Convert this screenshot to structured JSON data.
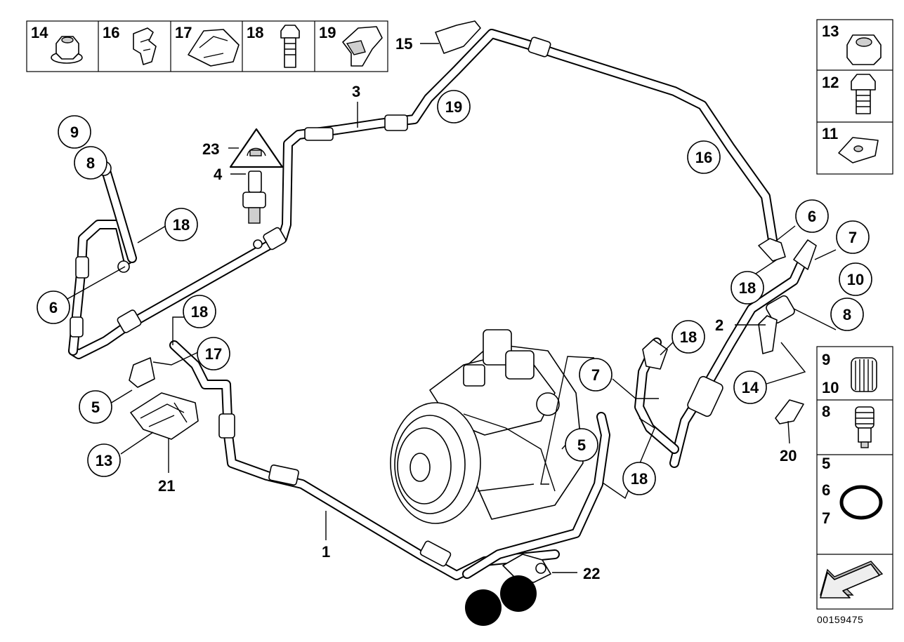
{
  "callouts": [
    {
      "num": "3"
    },
    {
      "num": "19"
    },
    {
      "num": "15"
    },
    {
      "num": "9"
    },
    {
      "num": "8"
    },
    {
      "num": "23"
    },
    {
      "num": "4"
    },
    {
      "num": "18"
    },
    {
      "num": "6"
    },
    {
      "num": "16"
    },
    {
      "num": "6"
    },
    {
      "num": "7"
    },
    {
      "num": "18"
    },
    {
      "num": "10"
    },
    {
      "num": "8"
    },
    {
      "num": "2"
    },
    {
      "num": "18"
    },
    {
      "num": "17"
    },
    {
      "num": "18"
    },
    {
      "num": "7"
    },
    {
      "num": "14"
    },
    {
      "num": "5"
    },
    {
      "num": "13"
    },
    {
      "num": "21"
    },
    {
      "num": "5"
    },
    {
      "num": "18"
    },
    {
      "num": "20"
    },
    {
      "num": "1"
    },
    {
      "num": "22"
    }
  ],
  "top_left_table": [
    {
      "num": "14"
    },
    {
      "num": "16"
    },
    {
      "num": "17"
    },
    {
      "num": "18"
    },
    {
      "num": "19"
    }
  ],
  "right_table": [
    {
      "num": "13"
    },
    {
      "num": "12"
    },
    {
      "num": "11"
    }
  ],
  "right_table_lower": [
    {
      "nums": [
        "9",
        "10"
      ]
    },
    {
      "nums": [
        "8"
      ]
    },
    {
      "nums": [
        "5",
        "6",
        "7"
      ]
    }
  ],
  "doc_id": "00159475"
}
